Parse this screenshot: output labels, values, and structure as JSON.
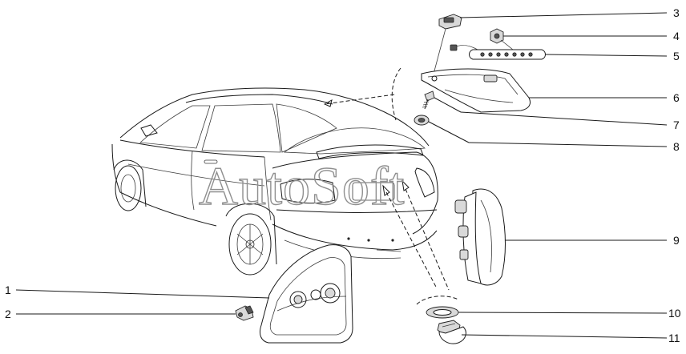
{
  "watermark": {
    "text": "AutoSoft"
  },
  "callouts": [
    {
      "id": "c1",
      "label": "1"
    },
    {
      "id": "c2",
      "label": "2"
    },
    {
      "id": "c3",
      "label": "3"
    },
    {
      "id": "c4",
      "label": "4"
    },
    {
      "id": "c5",
      "label": "5"
    },
    {
      "id": "c6",
      "label": "6"
    },
    {
      "id": "c7",
      "label": "7"
    },
    {
      "id": "c8",
      "label": "8"
    },
    {
      "id": "c9",
      "label": "9"
    },
    {
      "id": "c10",
      "label": "10"
    },
    {
      "id": "c11",
      "label": "11"
    }
  ]
}
